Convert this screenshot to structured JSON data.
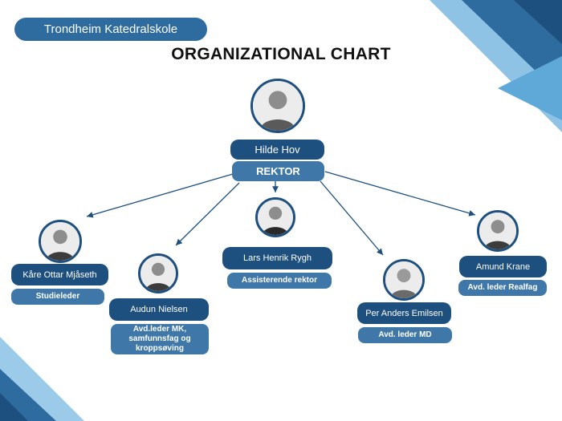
{
  "header": {
    "school": "Trondheim Katedralskole",
    "title": "ORGANIZATIONAL CHART"
  },
  "colors": {
    "navy": "#1d4f7f",
    "role": "#3f78a8",
    "accent": "#2e6b9e",
    "decor_dark": "#1d4f7f",
    "decor_light": "#5fa9d8"
  },
  "leader": {
    "name": "Hilde Hov",
    "role": "REKTOR",
    "photo": "portrait-icon"
  },
  "staff": [
    {
      "id": "kare",
      "name": "Kåre Ottar Mjåseth",
      "role": "Studieleder",
      "photo": "portrait-icon"
    },
    {
      "id": "audun",
      "name": "Audun Nielsen",
      "role": "Avd.leder MK, samfunnsfag og kroppsøving",
      "photo": "portrait-icon"
    },
    {
      "id": "lars",
      "name": "Lars Henrik Rygh",
      "role": "Assisterende rektor",
      "photo": "portrait-icon"
    },
    {
      "id": "per",
      "name": "Per Anders Emilsen",
      "role": "Avd. leder MD",
      "photo": "portrait-icon"
    },
    {
      "id": "amund",
      "name": "Amund Krane",
      "role": "Avd. leder Realfag",
      "photo": "portrait-icon"
    }
  ]
}
